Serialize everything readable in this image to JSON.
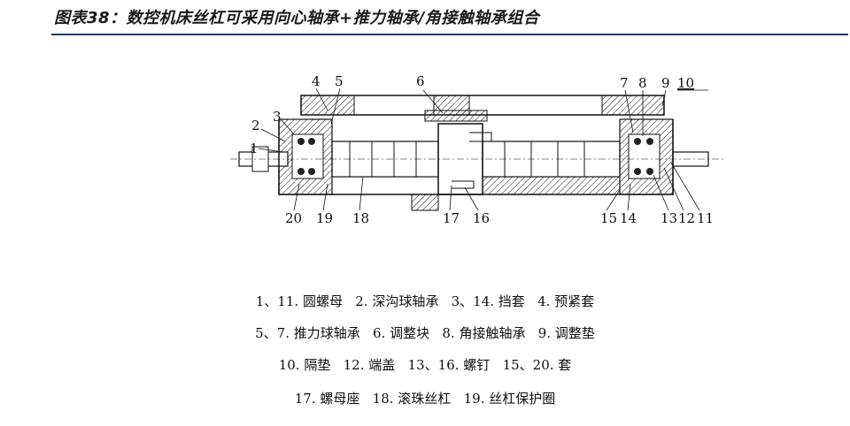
{
  "title": "图表38：数控机床丝杠可采用向心轴承+推力轴承/角接触轴承组合",
  "callouts": {
    "n1": "1",
    "n2": "2",
    "n3": "3",
    "n4": "4",
    "n5": "5",
    "n6": "6",
    "n7": "7",
    "n8": "8",
    "n9": "9",
    "n10": "10",
    "n11": "11",
    "n12": "12",
    "n13": "13",
    "n14": "14",
    "n15": "15",
    "n16": "16",
    "n17": "17",
    "n18": "18",
    "n19": "19",
    "n20": "20"
  },
  "legend": [
    "1、11. 圆螺母   2. 深沟球轴承   3、14. 挡套   4. 预紧套",
    "5、7. 推力球轴承   6. 调整块   8. 角接触轴承   9. 调整垫",
    "10. 隔垫   12. 端盖   13、16. 螺钉   15、20. 套",
    "17. 螺母座   18. 滚珠丝杠   19. 丝杠保护圈"
  ]
}
